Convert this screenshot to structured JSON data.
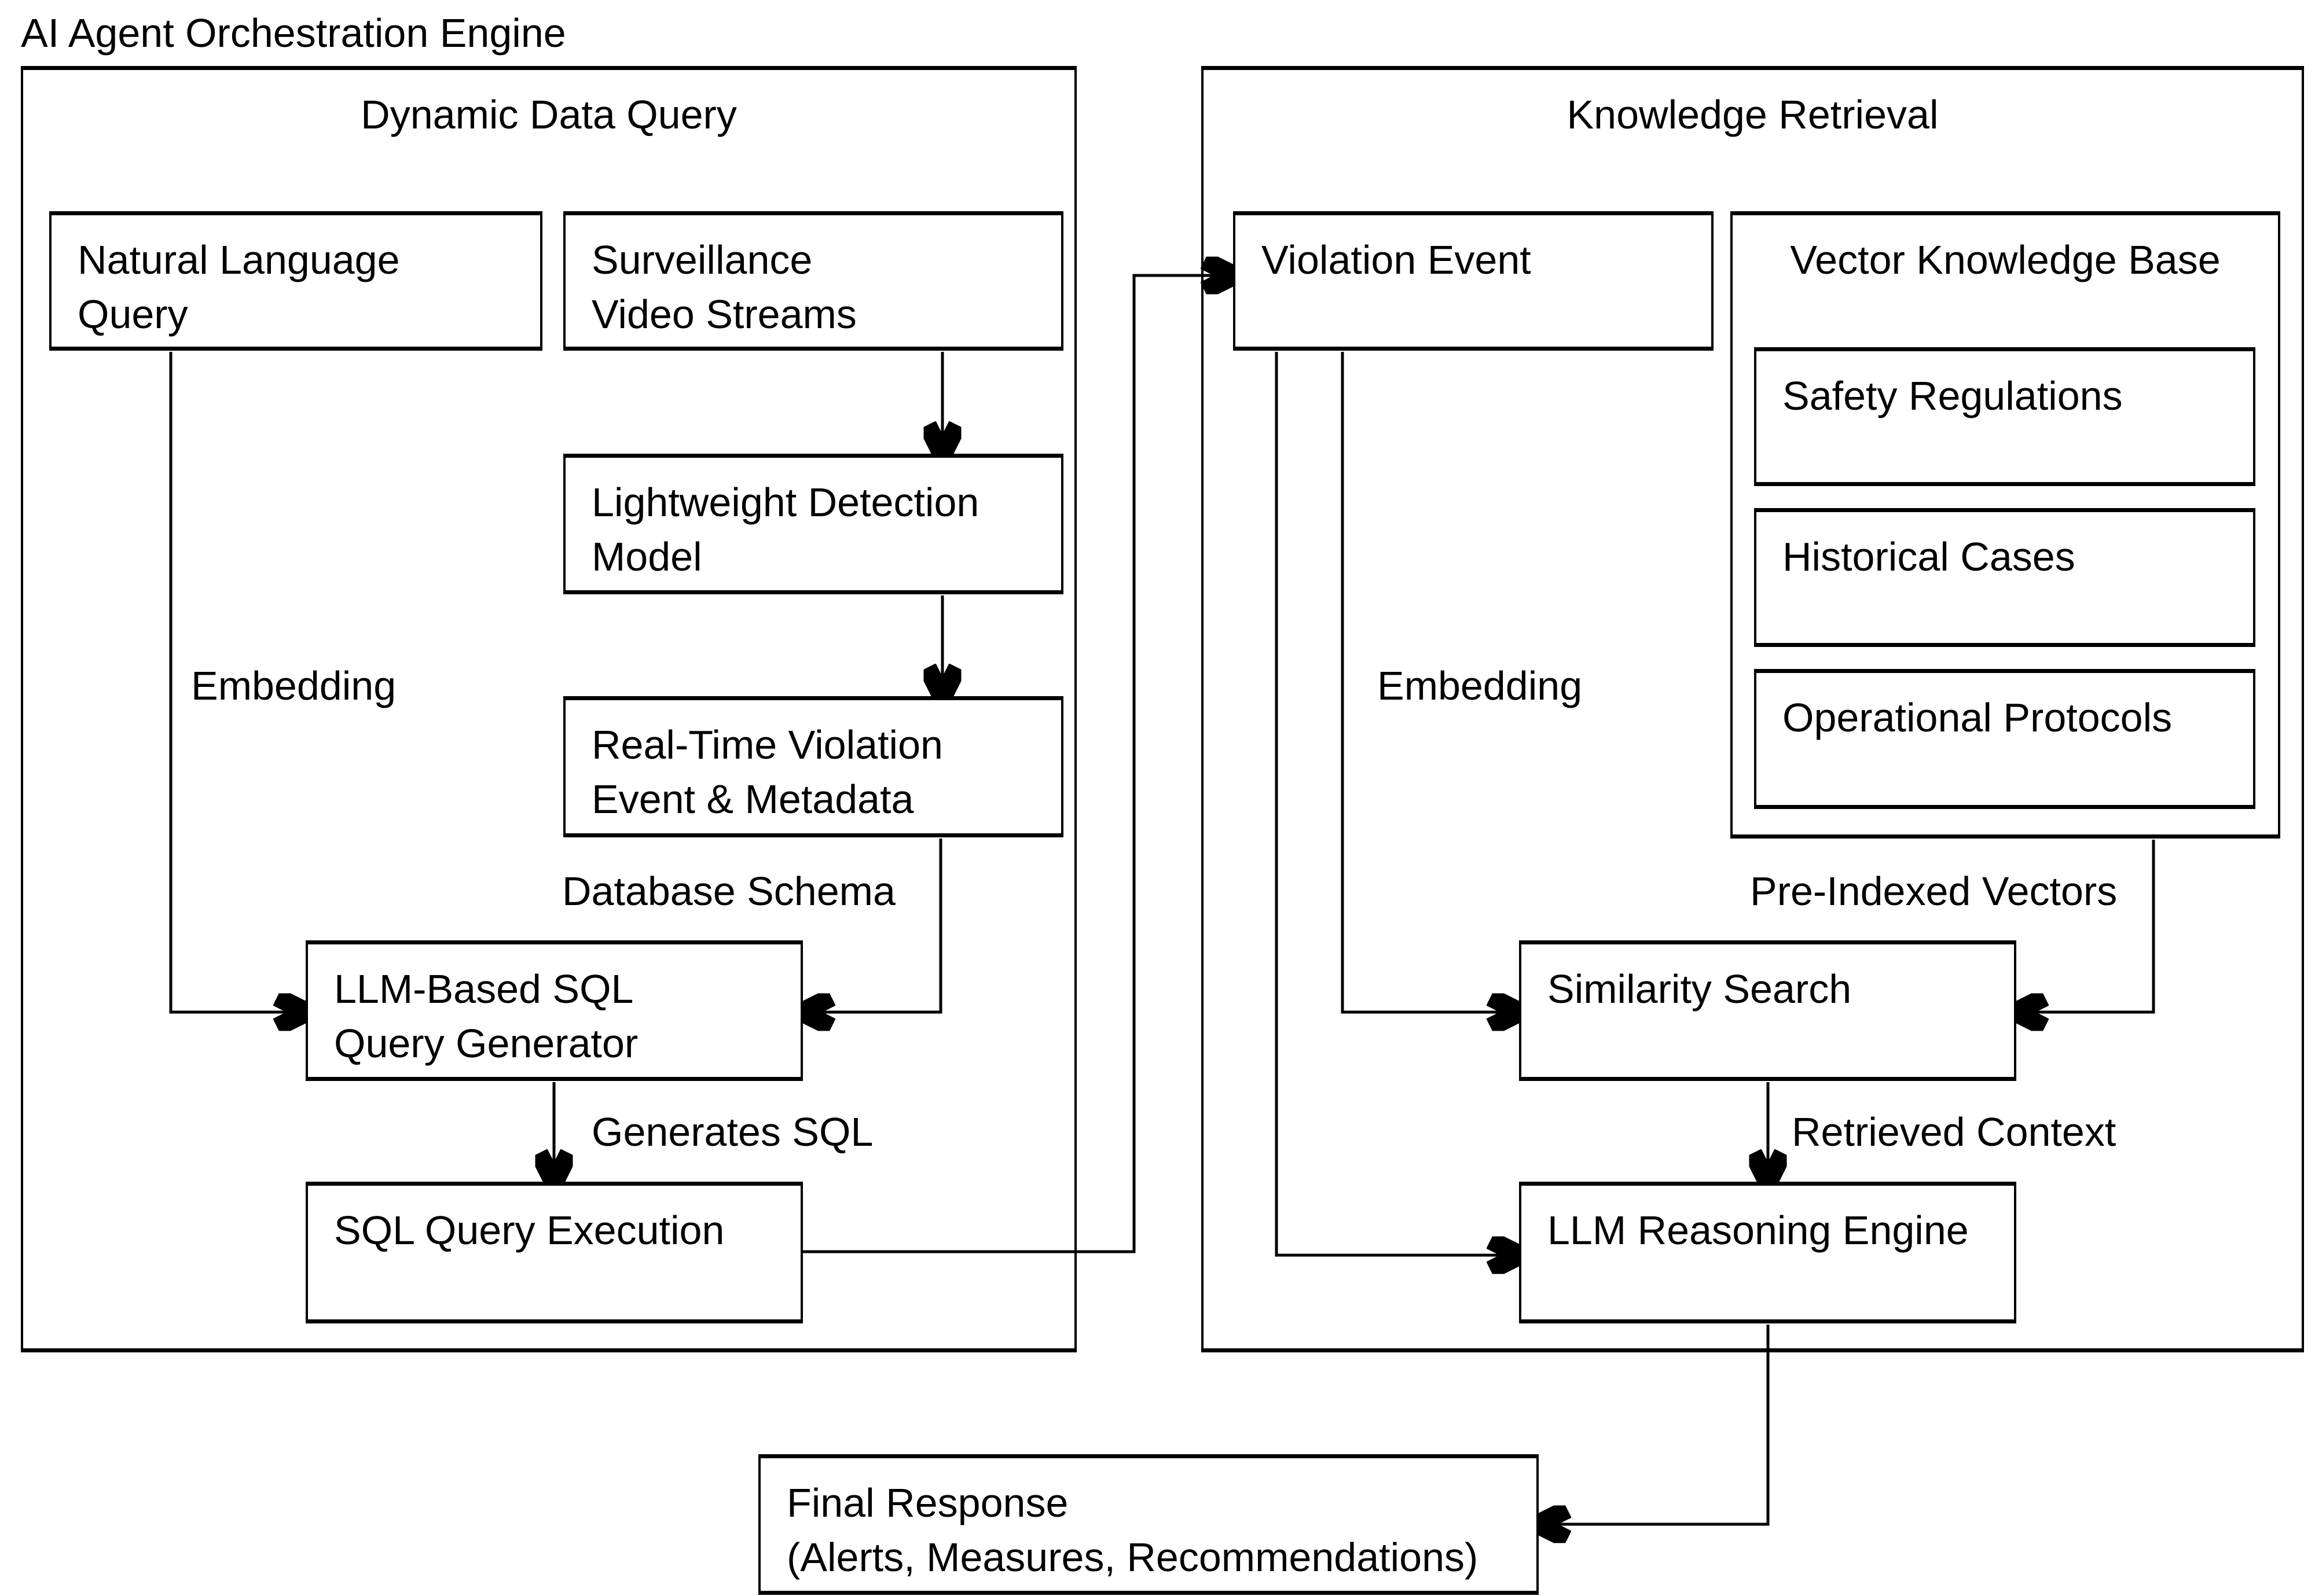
{
  "title": "AI Agent Orchestration Engine",
  "colors": {
    "ink": "#000000",
    "background": "#ffffff"
  },
  "containers": {
    "dynamic_data_query": {
      "header": "Dynamic Data Query"
    },
    "knowledge_retrieval": {
      "header": "Knowledge Retrieval"
    },
    "vector_knowledge_base": {
      "header": "Vector Knowledge Base"
    }
  },
  "nodes": {
    "natural_language_query": {
      "lines": [
        "Natural Language",
        "Query"
      ]
    },
    "surveillance_video_streams": {
      "lines": [
        "Surveillance",
        "Video Streams"
      ]
    },
    "lightweight_detection_model": {
      "lines": [
        "Lightweight Detection",
        "Model"
      ]
    },
    "real_time_violation_event_metadata": {
      "lines": [
        "Real-Time Violation",
        "Event & Metadata"
      ]
    },
    "llm_based_sql_query_generator": {
      "lines": [
        "LLM-Based SQL",
        "Query Generator"
      ]
    },
    "sql_query_execution": {
      "lines": [
        "SQL Query Execution"
      ]
    },
    "violation_event": {
      "lines": [
        "Violation Event"
      ]
    },
    "safety_regulations": {
      "lines": [
        "Safety Regulations"
      ]
    },
    "historical_cases": {
      "lines": [
        "Historical Cases"
      ]
    },
    "operational_protocols": {
      "lines": [
        "Operational Protocols"
      ]
    },
    "similarity_search": {
      "lines": [
        "Similarity Search"
      ]
    },
    "llm_reasoning_engine": {
      "lines": [
        "LLM Reasoning Engine"
      ]
    },
    "final_response": {
      "lines": [
        "Final Response",
        "(Alerts, Measures, Recommendations)"
      ]
    }
  },
  "edge_labels": {
    "embedding_left": "Embedding",
    "database_schema": "Database Schema",
    "generates_sql": "Generates SQL",
    "embedding_right": "Embedding",
    "pre_indexed_vectors": "Pre-Indexed Vectors",
    "retrieved_context": "Retrieved Context"
  }
}
